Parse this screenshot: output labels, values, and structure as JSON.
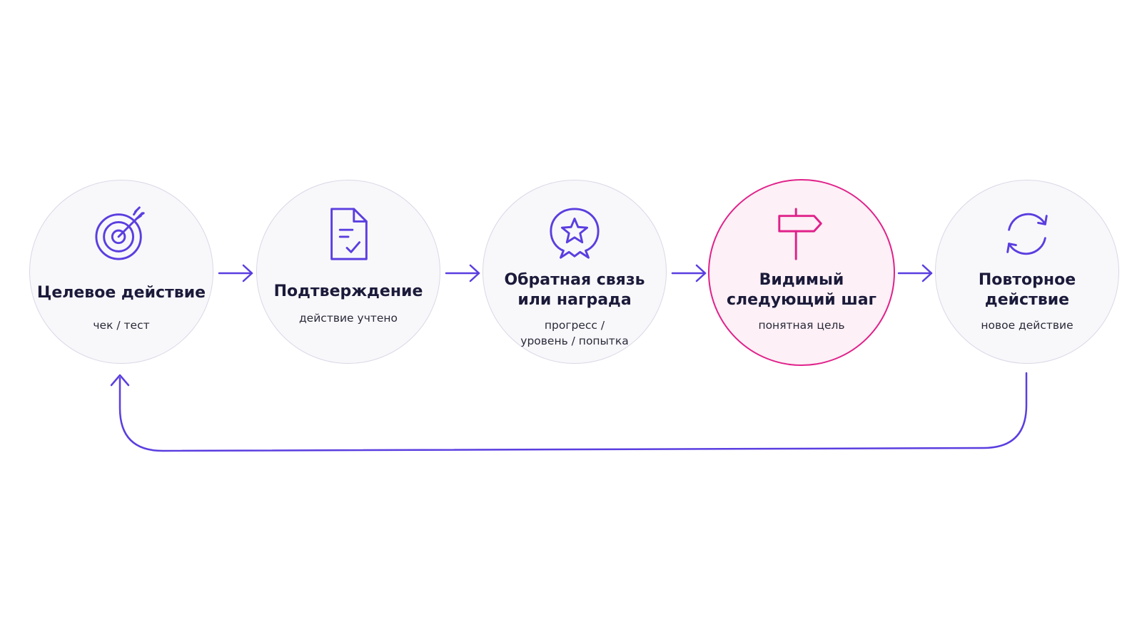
{
  "colors": {
    "accent": "#5b3ee0",
    "highlight": "#e0218a",
    "circle_fill": "#f8f8fb",
    "highlight_fill": "#fdf0f6"
  },
  "steps": [
    {
      "title": "Целевое действие",
      "subtitle": "чек / тест",
      "icon": "target-icon"
    },
    {
      "title": "Подтверждение",
      "subtitle": "действие учтено",
      "icon": "document-check-icon"
    },
    {
      "title": "Обратная связь\nили награда",
      "subtitle": "прогресс /\nуровень / попытка",
      "icon": "star-badge-icon"
    },
    {
      "title": "Видимый\nследующий шаг",
      "subtitle": "понятная цель",
      "icon": "signpost-icon",
      "highlighted": true
    },
    {
      "title": "Повторное\nдействие",
      "subtitle": "новое действие",
      "icon": "refresh-icon"
    }
  ]
}
